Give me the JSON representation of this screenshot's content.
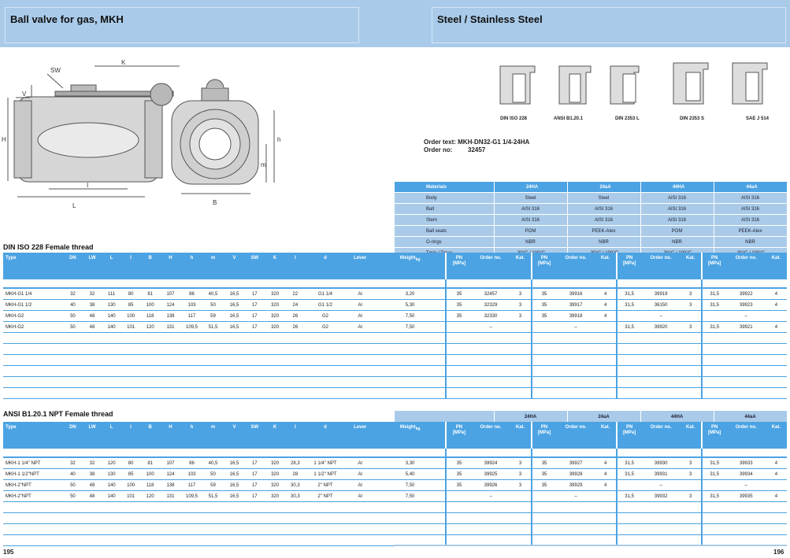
{
  "header": {
    "left_title": "Ball valve for gas, MKH",
    "right_title": "Steel / Stainless Steel"
  },
  "diagram": {
    "labels": [
      "SW",
      "K",
      "V",
      "H",
      "I",
      "L",
      "h",
      "m",
      "B"
    ]
  },
  "profiles": [
    {
      "name": "DIN ISO 228"
    },
    {
      "name": "ANSI B1.20.1"
    },
    {
      "name": "DIN 2353 L"
    },
    {
      "name": "DIN 2353 S"
    },
    {
      "name": "SAE J 514"
    }
  ],
  "order": {
    "text_label": "Order text:",
    "text_value": "MKH-DN32-G1 1/4-24HA",
    "no_label": "Order no:",
    "no_value": "32457"
  },
  "materials": {
    "header": [
      "Materials",
      "24HA",
      "24aA",
      "44HA",
      "44aA"
    ],
    "rows": [
      [
        "Body",
        "Steel",
        "Steel",
        "AISI 316",
        "AISI 316"
      ],
      [
        "Ball",
        "AISI 316",
        "AISI 316",
        "AISI 316",
        "AISI 316"
      ],
      [
        "Stem",
        "AISI 316",
        "AISI 316",
        "AISI 316",
        "AISI 316"
      ],
      [
        "Ball seats",
        "POM",
        "PEEK-Atex",
        "POM",
        "PEEK-Atex"
      ],
      [
        "O-rings",
        "NBR",
        "NBR",
        "NBR",
        "NBR"
      ],
      [
        "Tmin  / Tmax",
        "-30°C / 100°C",
        "-30°C / 100°C",
        "-30°C / 100°C",
        "-30°C / 100°C"
      ]
    ]
  },
  "cols": {
    "base": [
      "Type",
      "DN",
      "LW",
      "L",
      "I",
      "B",
      "H",
      "h",
      "m",
      "V",
      "SW",
      "K",
      "I",
      "d",
      "Lever",
      "Weight"
    ],
    "weight_sub": "kg",
    "pn1": "PN",
    "pn2": "[MPa]",
    "ord": "Order no.",
    "kat": "Kat."
  },
  "table1": {
    "title": "DIN ISO 228 Female thread",
    "rows": [
      [
        "MKH-G1 1/4",
        "32",
        "32",
        "111",
        "80",
        "81",
        "107",
        "86",
        "40,5",
        "16,5",
        "17",
        "320",
        "22",
        "G1 1/4",
        "Al",
        "3,20",
        "35",
        "32457",
        "3",
        "35",
        "39916",
        "4",
        "31,5",
        "39919",
        "3",
        "31,5",
        "39922",
        "4"
      ],
      [
        "MKH-G1 1/2",
        "40",
        "38",
        "130",
        "85",
        "100",
        "124",
        "103",
        "50",
        "16,5",
        "17",
        "320",
        "24",
        "G1 1/2",
        "Al",
        "5,30",
        "35",
        "32329",
        "3",
        "35",
        "39917",
        "4",
        "31,5",
        "36150",
        "3",
        "31,5",
        "39923",
        "4"
      ],
      [
        "MKH-G2",
        "50",
        "48",
        "140",
        "100",
        "118",
        "138",
        "117",
        "59",
        "16,5",
        "17",
        "320",
        "26",
        "G2",
        "Al",
        "7,50",
        "35",
        "32330",
        "3",
        "35",
        "39918",
        "4",
        "",
        "–",
        "",
        "",
        "–",
        ""
      ],
      [
        "MKH-G2",
        "50",
        "48",
        "140",
        "101",
        "120",
        "131",
        "109,5",
        "51,5",
        "16,5",
        "17",
        "320",
        "26",
        "G2",
        "Al",
        "7,50",
        "",
        "–",
        "",
        "",
        "–",
        "",
        "31,5",
        "39920",
        "3",
        "31,5",
        "39921",
        "4"
      ]
    ]
  },
  "table2": {
    "title": "ANSI B1.20.1 NPT Female thread",
    "group_headers": [
      "24HA",
      "24aA",
      "44HA",
      "44aA"
    ],
    "rows": [
      [
        "MKH-1 1/4\" NPT",
        "32",
        "32",
        "120",
        "80",
        "81",
        "107",
        "86",
        "40,5",
        "16,5",
        "17",
        "320",
        "28,3",
        "1 1/4\" NPT",
        "Al",
        "3,30",
        "35",
        "39924",
        "3",
        "35",
        "39927",
        "4",
        "31,5",
        "39930",
        "3",
        "31,5",
        "39933",
        "4"
      ],
      [
        "MKH-1 1/2\"NPT",
        "40",
        "38",
        "130",
        "85",
        "100",
        "124",
        "103",
        "50",
        "16,5",
        "17",
        "320",
        "28",
        "1 1/2\" NPT",
        "Al",
        "5,40",
        "35",
        "39925",
        "3",
        "35",
        "39928",
        "4",
        "31,5",
        "39931",
        "3",
        "31,5",
        "39934",
        "4"
      ],
      [
        "MKH-2\"NPT",
        "50",
        "48",
        "140",
        "100",
        "118",
        "138",
        "117",
        "59",
        "16,5",
        "17",
        "320",
        "30,3",
        "2\" NPT",
        "Al",
        "7,50",
        "35",
        "39926",
        "3",
        "35",
        "39929",
        "4",
        "",
        "–",
        "",
        "",
        "–",
        ""
      ],
      [
        "MKH-2\"NPT",
        "50",
        "48",
        "140",
        "101",
        "120",
        "131",
        "109,5",
        "51,5",
        "16,5",
        "17",
        "320",
        "30,3",
        "2\" NPT",
        "Al",
        "7,50",
        "",
        "–",
        "",
        "",
        "–",
        "",
        "31,5",
        "39932",
        "3",
        "31,5",
        "39935",
        "4"
      ]
    ]
  },
  "pages": {
    "left": "195",
    "right": "196"
  }
}
